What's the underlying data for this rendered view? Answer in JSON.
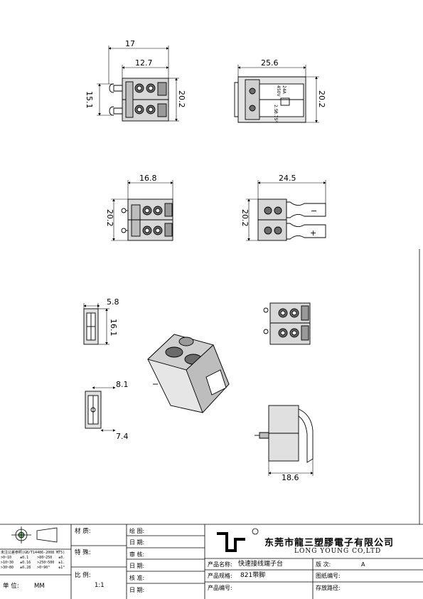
{
  "dimensions": {
    "top_left_width_outer": "17",
    "top_left_width_inner": "12.7",
    "top_left_height_left": "15.1",
    "top_left_height_right": "20.2",
    "top_right_width": "25.6",
    "top_right_height": "20.2",
    "mid_left_width": "16.8",
    "mid_left_height": "20.2",
    "mid_right_width": "24.5",
    "mid_right_height": "20.2",
    "side_small_width": "5.8",
    "side_small_height": "16.1",
    "side_bottom_top": "8.1",
    "side_bottom_bottom": "7.4",
    "right_side_width": "18.6"
  },
  "part_markings": {
    "rating_current": "24A",
    "rating_voltage": "450V",
    "wire_a": "2.5²",
    "wire_b": "0.75²",
    "polarity_minus": "−",
    "polarity_plus": "+"
  },
  "title_block": {
    "material_label": "材   质:",
    "special_label": "特   殊:",
    "scale_label": "比   例:",
    "scale_value": "1:1",
    "unit_label": "单   位:",
    "unit_value": "MM",
    "drawing_label": "绘   图:",
    "date_label_1": "日   期:",
    "review_label": "审   核:",
    "date_label_2": "日   期:",
    "approve_label": "核   准:",
    "date_label_3": "日   期:",
    "company_cn": "东莞市龍三塑膠電子有限公司",
    "company_en": "LONG YOUNG CO,LTD",
    "product_name_label": "产品名称:",
    "product_name_value": "快速接线端子台",
    "product_spec_label": "产品规格:",
    "product_spec_value": "821带脚",
    "product_no_label": "产品编号:",
    "version_label": "版   次:",
    "version_value": "A",
    "drawing_no_label": "图纸编号:",
    "storage_no_label": "存放路径:",
    "tolerance_title": "未注公差参照(GB/T14486-2008 MT5)",
    "tolerance_rows": [
      ">0~10    ±0.1    >80~250   ±0.",
      ">10~30   ±0.16   >250~500  ±1.",
      ">30~80   ±0.28   >0~90°    ±1°"
    ]
  },
  "colors": {
    "line": "#000000",
    "fill_dark": "#6b6b6b",
    "fill_mid": "#9a9a9a",
    "fill_light": "#cfcfcf"
  }
}
